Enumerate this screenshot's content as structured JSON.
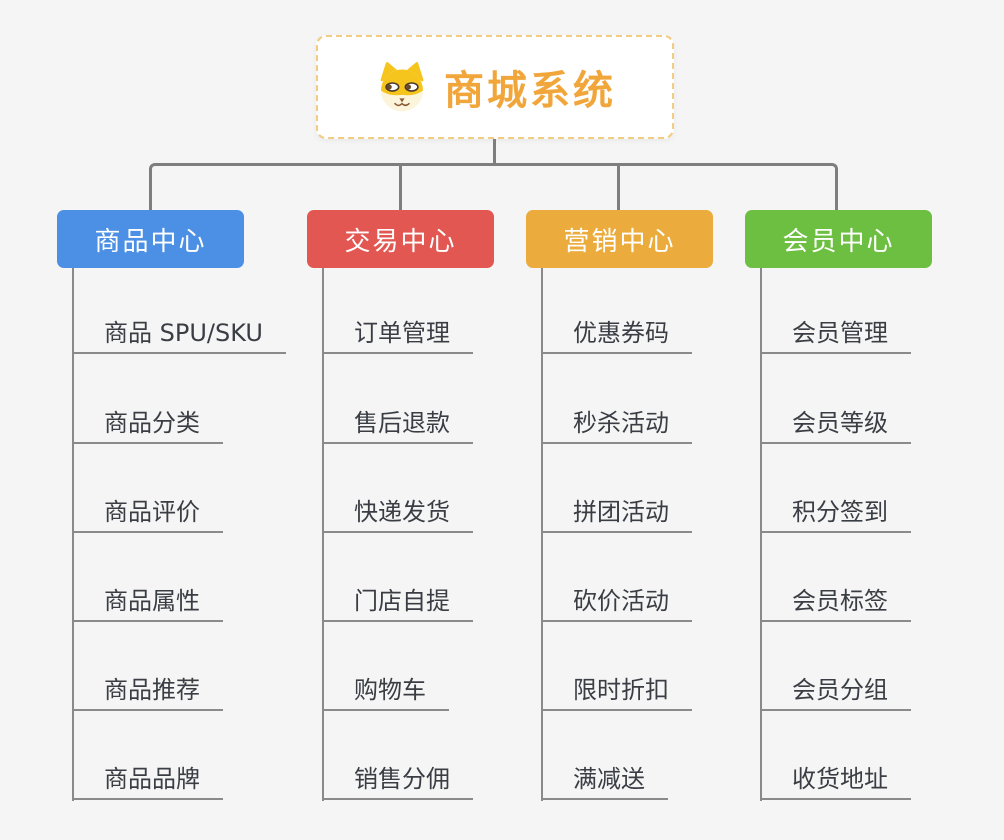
{
  "root": {
    "title": "商城系统",
    "icon": "dog-face-icon",
    "title_color": "#F1A63B",
    "border_color": "#F3CC84"
  },
  "branches": [
    {
      "label": "商品中心",
      "color": "#4B90E4",
      "items": [
        "商品 SPU/SKU",
        "商品分类",
        "商品评价",
        "商品属性",
        "商品推荐",
        "商品品牌"
      ]
    },
    {
      "label": "交易中心",
      "color": "#E25752",
      "items": [
        "订单管理",
        "售后退款",
        "快递发货",
        "门店自提",
        "购物车",
        "销售分佣"
      ]
    },
    {
      "label": "营销中心",
      "color": "#EBAC3D",
      "items": [
        "优惠券码",
        "秒杀活动",
        "拼团活动",
        "砍价活动",
        "限时折扣",
        "满减送"
      ]
    },
    {
      "label": "会员中心",
      "color": "#6DBF42",
      "items": [
        "会员管理",
        "会员等级",
        "积分签到",
        "会员标签",
        "会员分组",
        "收货地址"
      ]
    }
  ],
  "colors": {
    "background": "#F5F5F5",
    "connector_line": "#7E7E7E",
    "leaf_line": "#8A8A8A",
    "leaf_text": "#3A3E44",
    "branch_text": "#FFFFFF"
  }
}
